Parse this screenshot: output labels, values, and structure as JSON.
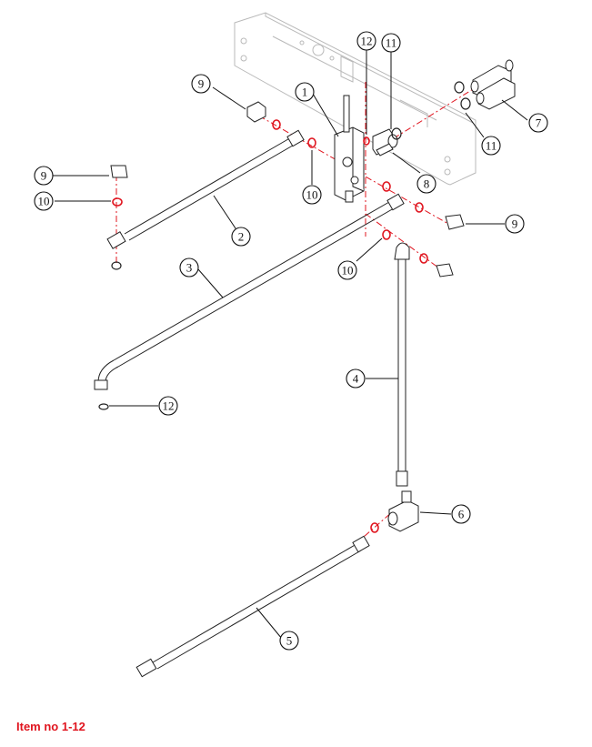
{
  "caption": "Item no 1-12",
  "callouts": {
    "c1": "1",
    "c2": "2",
    "c3": "3",
    "c4": "4",
    "c5": "5",
    "c6": "6",
    "c7": "7",
    "c8": "8",
    "c9a": "9",
    "c9b": "9",
    "c9c": "9",
    "c10a": "10",
    "c10b": "10",
    "c10c": "10",
    "c11a": "11",
    "c11b": "11",
    "c12a": "12",
    "c12b": "12"
  },
  "colors": {
    "accent": "#e0141e",
    "line": "#222222",
    "bracket": "#b9b9b9"
  }
}
